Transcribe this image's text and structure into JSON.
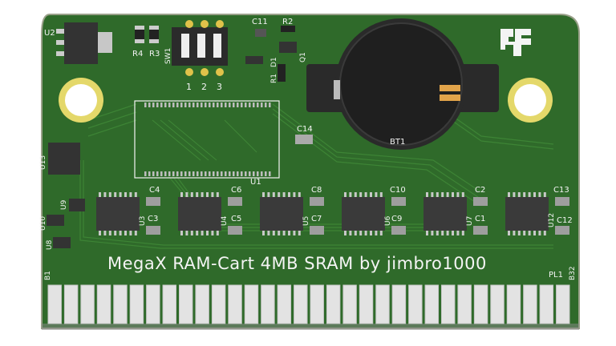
{
  "board": {
    "title": "MegaX RAM-Cart 4MB SRAM by jimbro1000",
    "colors": {
      "pcb": "#2f6a2a",
      "pcb_dark": "#244f20",
      "trace": "#3a7d33",
      "gold": "#d4c25a",
      "silk": "#f4f4f4",
      "chip": "#3a3a3a",
      "fingers": "#e2e2e2"
    }
  },
  "labels": {
    "u2": "U2",
    "r4": "R4",
    "r3": "R3",
    "sw1": "SW1",
    "sw_1": "1",
    "sw_2": "2",
    "sw_3": "3",
    "c11": "C11",
    "r2": "R2",
    "d1": "D1",
    "r1": "R1",
    "q1": "Q1",
    "u1": "U1",
    "c14": "C14",
    "bt1": "BT1",
    "u13": "U13",
    "c4": "C4",
    "c3": "C3",
    "u3": "U3",
    "c6": "C6",
    "c5": "C5",
    "u4": "U4",
    "c8": "C8",
    "c7": "C7",
    "u5": "U5",
    "c10": "C10",
    "c9": "C9",
    "u6": "U6",
    "c2": "C2",
    "c1": "C1",
    "u7": "U7",
    "c13": "C13",
    "c12": "C12",
    "u12": "U12",
    "u10": "U10",
    "u9": "U9",
    "u8": "U8",
    "b1": "B1",
    "pl1": "PL1",
    "b32": "B32"
  },
  "icons": {
    "logo": "bf-logo-icon"
  }
}
